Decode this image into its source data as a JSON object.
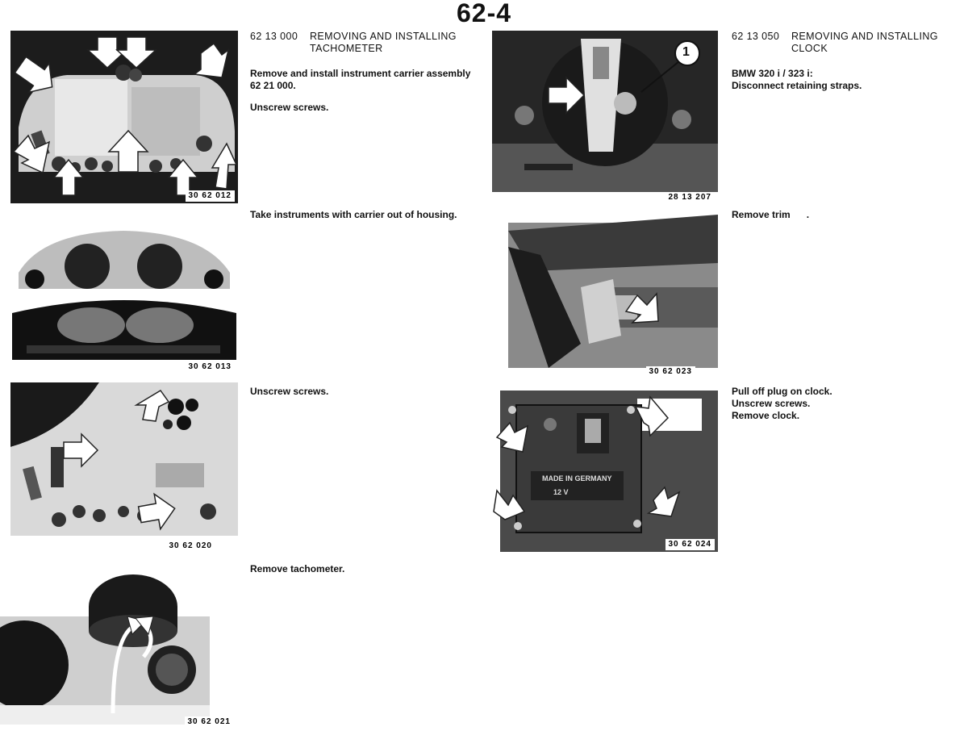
{
  "page": {
    "number": "62-4"
  },
  "left_column": {
    "heading": {
      "code": "62 13 000",
      "title_lines": [
        "REMOVING AND INSTALLING",
        "TACHOMETER"
      ]
    },
    "steps": [
      {
        "figure": "30 62 012",
        "lines": [
          "Remove and install instrument carrier assembly",
          "62 21 000."
        ],
        "extra": [
          "Unscrew screws."
        ]
      },
      {
        "figure": "30 62 013",
        "lines": [
          "Take instruments with carrier out of housing."
        ]
      },
      {
        "figure": "30 62 020",
        "lines": [
          "Unscrew screws."
        ]
      },
      {
        "figure": "30 62 021",
        "lines": [
          "Remove tachometer."
        ]
      }
    ]
  },
  "right_column": {
    "heading": {
      "code": "62 13 050",
      "title_lines": [
        "REMOVING AND INSTALLING",
        "CLOCK"
      ]
    },
    "steps": [
      {
        "figure": "28 13 207",
        "callout": "1",
        "lines": [
          "BMW 320 i / 323 i:",
          "Disconnect retaining straps."
        ]
      },
      {
        "figure": "30 62 023",
        "lines": [
          "Remove trim      ."
        ]
      },
      {
        "figure": "30 62 024",
        "label_plate": [
          "MADE IN GERMANY",
          "12 V"
        ],
        "lines": [
          "Pull off plug on clock.",
          "Unscrew screws.",
          "Remove clock."
        ]
      }
    ]
  },
  "colors": {
    "paper": "#ffffff",
    "ink": "#111111",
    "photo_dark": "#2a2a2a",
    "photo_light": "#d8d8d8"
  },
  "icons": [
    "arrow-icon"
  ]
}
